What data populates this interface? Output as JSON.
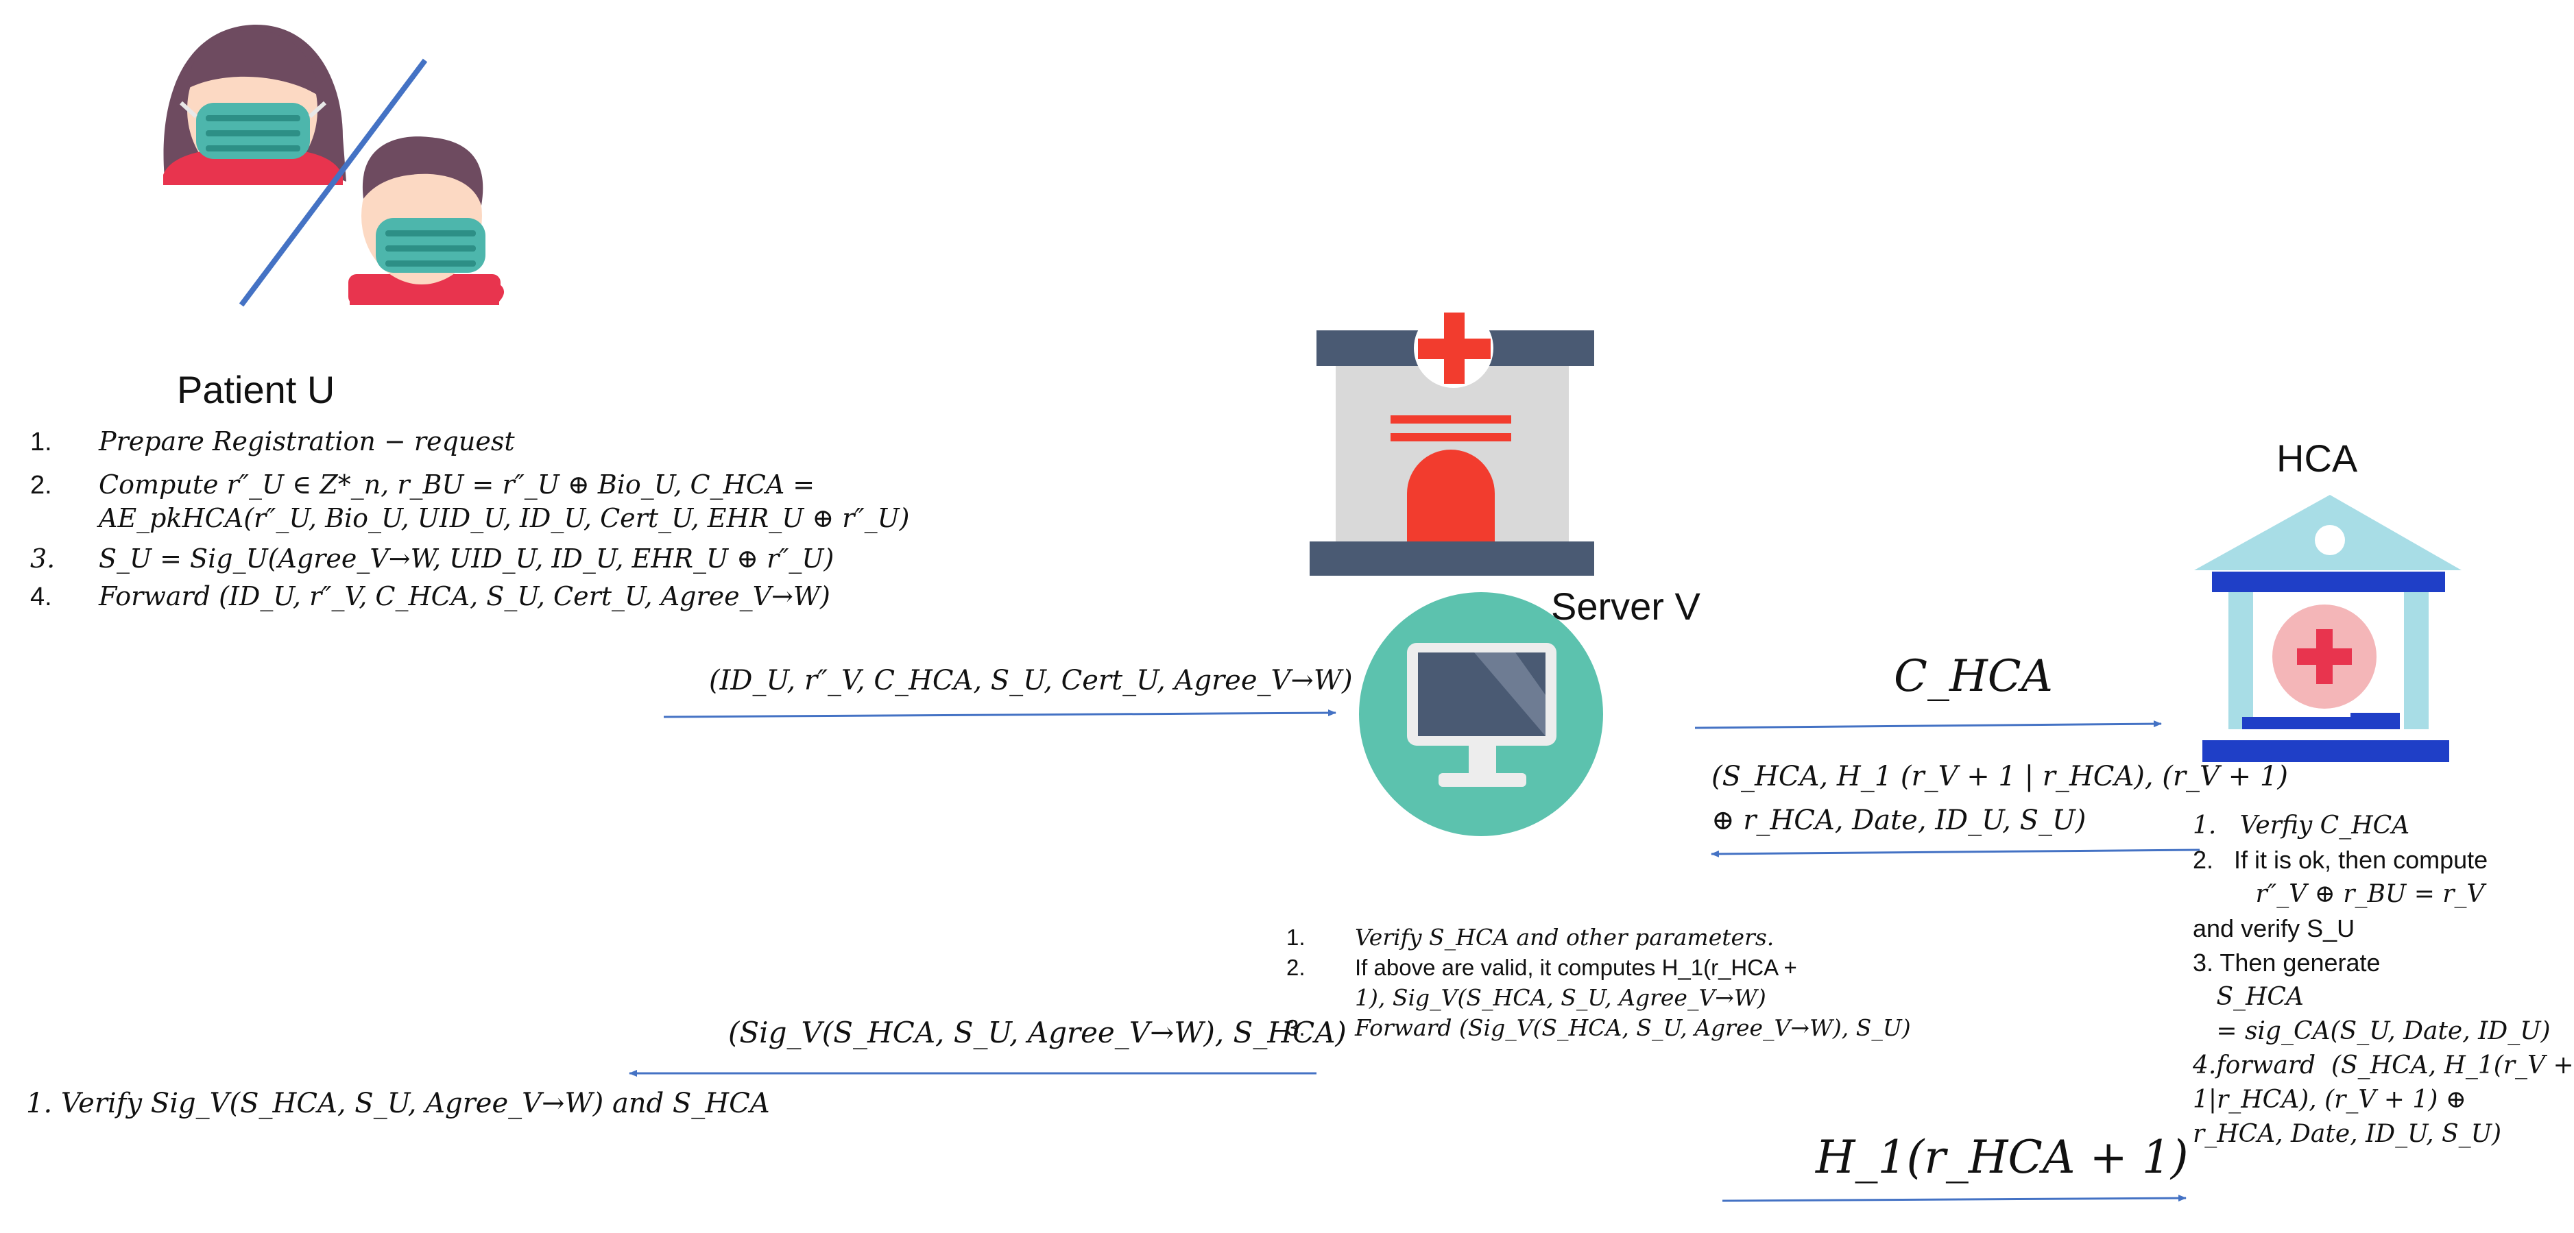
{
  "patient": {
    "title": "Patient U",
    "steps": [
      {
        "num": "1.",
        "text": "Prepare Registration − request"
      },
      {
        "num": "2.",
        "text": "Compute r″_U ∈ Z*_n, r_BU = r″_U ⊕ Bio_U, C_HCA ="
      },
      {
        "num": "",
        "text": "AE_pkHCA(r″_U, Bio_U, UID_U, ID_U, Cert_U, EHR_U ⊕ r″_U)"
      },
      {
        "num": "3.",
        "text": "S_U = Sig_U(Agree_V→W, UID_U, ID_U, EHR_U ⊕ r″_U)"
      },
      {
        "num": "4.",
        "text": "Forward (ID_U, r″_V, C_HCA, S_U, Cert_U, Agree_V→W)"
      }
    ],
    "verify_text": "1.  Verify Sig_V(S_HCA, S_U, Agree_V→W) and S_HCA"
  },
  "server": {
    "title": "Server V",
    "steps": [
      {
        "num": "1.",
        "text": "Verify   S_HCA and other parameters."
      },
      {
        "num": "2.",
        "text": "If above are valid, it computes H_1(r_HCA +"
      },
      {
        "num": "",
        "text": "1), Sig_V(S_HCA, S_U, Agree_V→W)"
      },
      {
        "num": "3.",
        "text": "Forward (Sig_V(S_HCA, S_U, Agree_V→W), S_U)"
      }
    ]
  },
  "hca": {
    "title": "HCA",
    "lines": [
      "1.   Verfiy C_HCA",
      "2.   If it is ok, then compute",
      "        r″_V ⊕ r_BU = r_V",
      "and verify S_U",
      "3. Then generate",
      "   S_HCA",
      "   = sig_CA(S_U, Date, ID_U)",
      "4.forward  (S_HCA, H_1(r_V +",
      "1|r_HCA), (r_V + 1) ⊕",
      "r_HCA, Date, ID_U, S_U)"
    ]
  },
  "arrows": {
    "patient_to_server": "(ID_U, r″_V, C_HCA, S_U, Cert_U, Agree_V→W)",
    "server_to_hca": "C_HCA",
    "hca_to_server_line1": "(S_HCA, H_1 (r_V + 1 | r_HCA), (r_V + 1)",
    "hca_to_server_line2": "⊕ r_HCA, Date, ID_U, S_U)",
    "server_to_patient": "(Sig_V(S_HCA, S_U, Agree_V→W), S_HCA)",
    "server_to_hca_final": "H_1(r_HCA + 1)"
  },
  "colors": {
    "arrow": "#4472C4",
    "slash": "#4472C4",
    "mask": "#4DB6AC",
    "shirt": "#E8344E",
    "server_circle": "#5CC2AE",
    "hospital_red": "#F23C2E",
    "hospital_navy": "#4A5A73",
    "hca_light": "#A8DDE6",
    "hca_blue": "#1F3FC7",
    "hca_pink": "#F4B6B8"
  },
  "icons": [
    "female-patient-icon",
    "male-patient-icon",
    "hospital-icon",
    "computer-monitor-icon",
    "hca-building-icon"
  ]
}
